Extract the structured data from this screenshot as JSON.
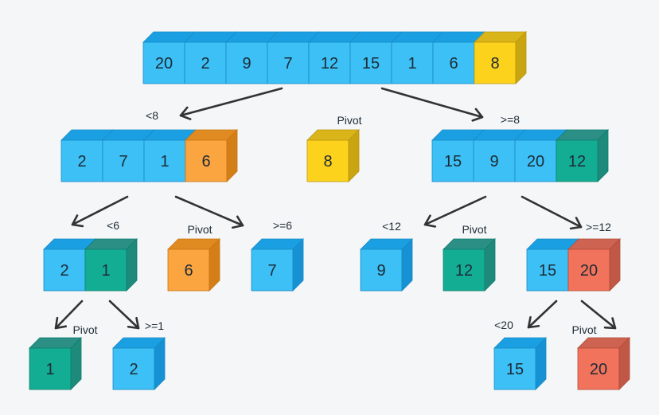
{
  "colors": {
    "blue": {
      "front": "#3cc0f5",
      "top": "#1aa0e2",
      "side": "#1591d4",
      "stroke": "#1a8ac4"
    },
    "yellow": {
      "front": "#fcd21c",
      "top": "#d9b51a",
      "side": "#c9a512",
      "stroke": "#b9960e"
    },
    "orange": {
      "front": "#fba540",
      "top": "#e08a22",
      "side": "#d47e17",
      "stroke": "#c97511"
    },
    "teal": {
      "front": "#13ad94",
      "top": "#2b8f86",
      "side": "#1e8a7c",
      "stroke": "#117d6c"
    },
    "red": {
      "front": "#f2735b",
      "top": "#cd6350",
      "side": "#c05845",
      "stroke": "#b04c3a"
    },
    "arrow": "#333333",
    "background": "#f5f6f8"
  },
  "arrays": [
    {
      "name": "root-array",
      "cells": [
        {
          "v": "20",
          "c": "blue"
        },
        {
          "v": "2",
          "c": "blue"
        },
        {
          "v": "9",
          "c": "blue"
        },
        {
          "v": "7",
          "c": "blue"
        },
        {
          "v": "12",
          "c": "blue"
        },
        {
          "v": "15",
          "c": "blue"
        },
        {
          "v": "1",
          "c": "blue"
        },
        {
          "v": "6",
          "c": "blue"
        },
        {
          "v": "8",
          "c": "yellow"
        }
      ]
    },
    {
      "name": "left-array",
      "cells": [
        {
          "v": "2",
          "c": "blue"
        },
        {
          "v": "7",
          "c": "blue"
        },
        {
          "v": "1",
          "c": "blue"
        },
        {
          "v": "6",
          "c": "orange"
        }
      ]
    },
    {
      "name": "pivot-8",
      "cells": [
        {
          "v": "8",
          "c": "yellow"
        }
      ]
    },
    {
      "name": "right-array",
      "cells": [
        {
          "v": "15",
          "c": "blue"
        },
        {
          "v": "9",
          "c": "blue"
        },
        {
          "v": "20",
          "c": "blue"
        },
        {
          "v": "12",
          "c": "teal"
        }
      ]
    },
    {
      "name": "array-2-1",
      "cells": [
        {
          "v": "2",
          "c": "blue"
        },
        {
          "v": "1",
          "c": "teal"
        }
      ]
    },
    {
      "name": "pivot-6",
      "cells": [
        {
          "v": "6",
          "c": "orange"
        }
      ]
    },
    {
      "name": "array-7",
      "cells": [
        {
          "v": "7",
          "c": "blue"
        }
      ]
    },
    {
      "name": "array-9",
      "cells": [
        {
          "v": "9",
          "c": "blue"
        }
      ]
    },
    {
      "name": "pivot-12",
      "cells": [
        {
          "v": "12",
          "c": "teal"
        }
      ]
    },
    {
      "name": "array-15-20",
      "cells": [
        {
          "v": "15",
          "c": "blue"
        },
        {
          "v": "20",
          "c": "red"
        }
      ]
    },
    {
      "name": "pivot-1",
      "cells": [
        {
          "v": "1",
          "c": "teal"
        }
      ]
    },
    {
      "name": "array-2",
      "cells": [
        {
          "v": "2",
          "c": "blue"
        }
      ]
    },
    {
      "name": "array-15",
      "cells": [
        {
          "v": "15",
          "c": "blue"
        }
      ]
    },
    {
      "name": "pivot-20",
      "cells": [
        {
          "v": "20",
          "c": "red"
        }
      ]
    }
  ],
  "labels": {
    "lt8": "<8",
    "pivot": "Pivot",
    "ge8": ">=8",
    "lt6": "<6",
    "ge6": ">=6",
    "lt12": "<12",
    "ge12": ">=12",
    "ge1": ">=1",
    "lt20": "<20"
  }
}
